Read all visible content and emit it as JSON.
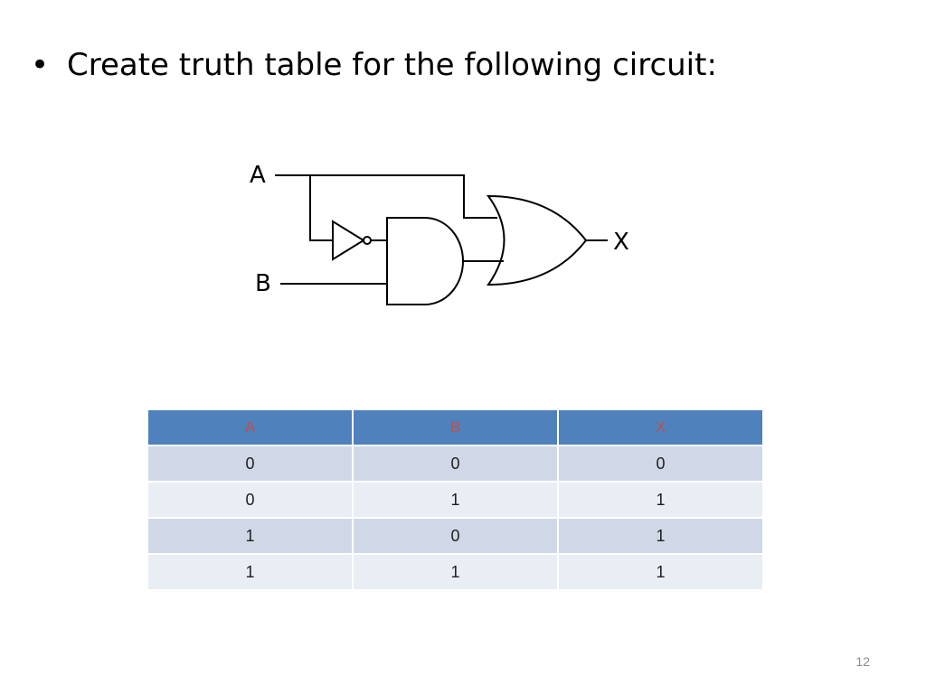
{
  "slide": {
    "bullet": "•",
    "text": "Create truth table for the following circuit:",
    "number": "12"
  },
  "circuit": {
    "input_a": "A",
    "input_b": "B",
    "output": "X"
  },
  "table": {
    "headers": [
      "A",
      "B",
      "X"
    ],
    "rows": [
      [
        "0",
        "0",
        "0"
      ],
      [
        "0",
        "1",
        "1"
      ],
      [
        "1",
        "0",
        "1"
      ],
      [
        "1",
        "1",
        "1"
      ]
    ]
  },
  "colors": {
    "header_bg": "#4f81bd",
    "header_text": "#c0504d",
    "row_band_1": "#d0d8e8",
    "row_band_2": "#e9edf4"
  }
}
